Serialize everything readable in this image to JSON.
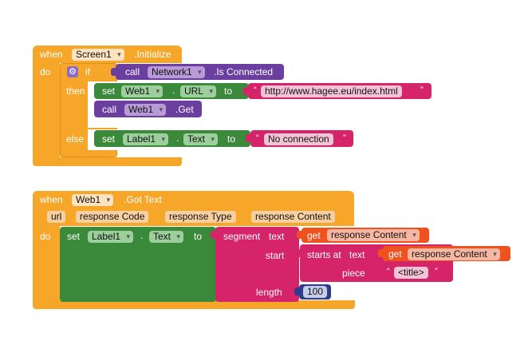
{
  "block1": {
    "when": "when",
    "component": "Screen1",
    "event": ".Initialize",
    "do": "do",
    "if": "if",
    "call": "call",
    "network_component": "Network1",
    "is_connected": ".Is Connected",
    "then": "then",
    "set": "set",
    "web_component": "Web1",
    "dot": ".",
    "url_prop": "URL",
    "to": "to",
    "quote_open": "“",
    "quote_close": "”",
    "url_value": "http://www.hagee.eu/index.html",
    "call2": "call",
    "web_component2": "Web1",
    "get_method": ".Get",
    "else": "else",
    "set2": "set",
    "label_component": "Label1",
    "text_prop": "Text",
    "to2": "to",
    "no_connection": "No connection"
  },
  "block2": {
    "when": "when",
    "component": "Web1",
    "event": ".Got Text",
    "params": [
      "url",
      "response Code",
      "response Type",
      "response Content"
    ],
    "do": "do",
    "set": "set",
    "label_component": "Label1",
    "dot": ".",
    "text_prop": "Text",
    "to": "to",
    "segment": "segment",
    "text_kw": "text",
    "get": "get",
    "get_var": "response Content",
    "start": "start",
    "starts_at": "starts at",
    "text_kw2": "text",
    "get2": "get",
    "get_var2": "response Content",
    "piece": "piece",
    "quote_open": "“",
    "quote_close": "”",
    "title_value": "<title>",
    "length": "length",
    "length_value": "100"
  },
  "colors": {
    "event": "#f6a72a",
    "control": "#f6a72a",
    "component_call": "#6b3fa0",
    "setter": "#3b8a3b",
    "text": "#d6246a",
    "variable": "#f0521f",
    "math": "#2e3c8c"
  }
}
